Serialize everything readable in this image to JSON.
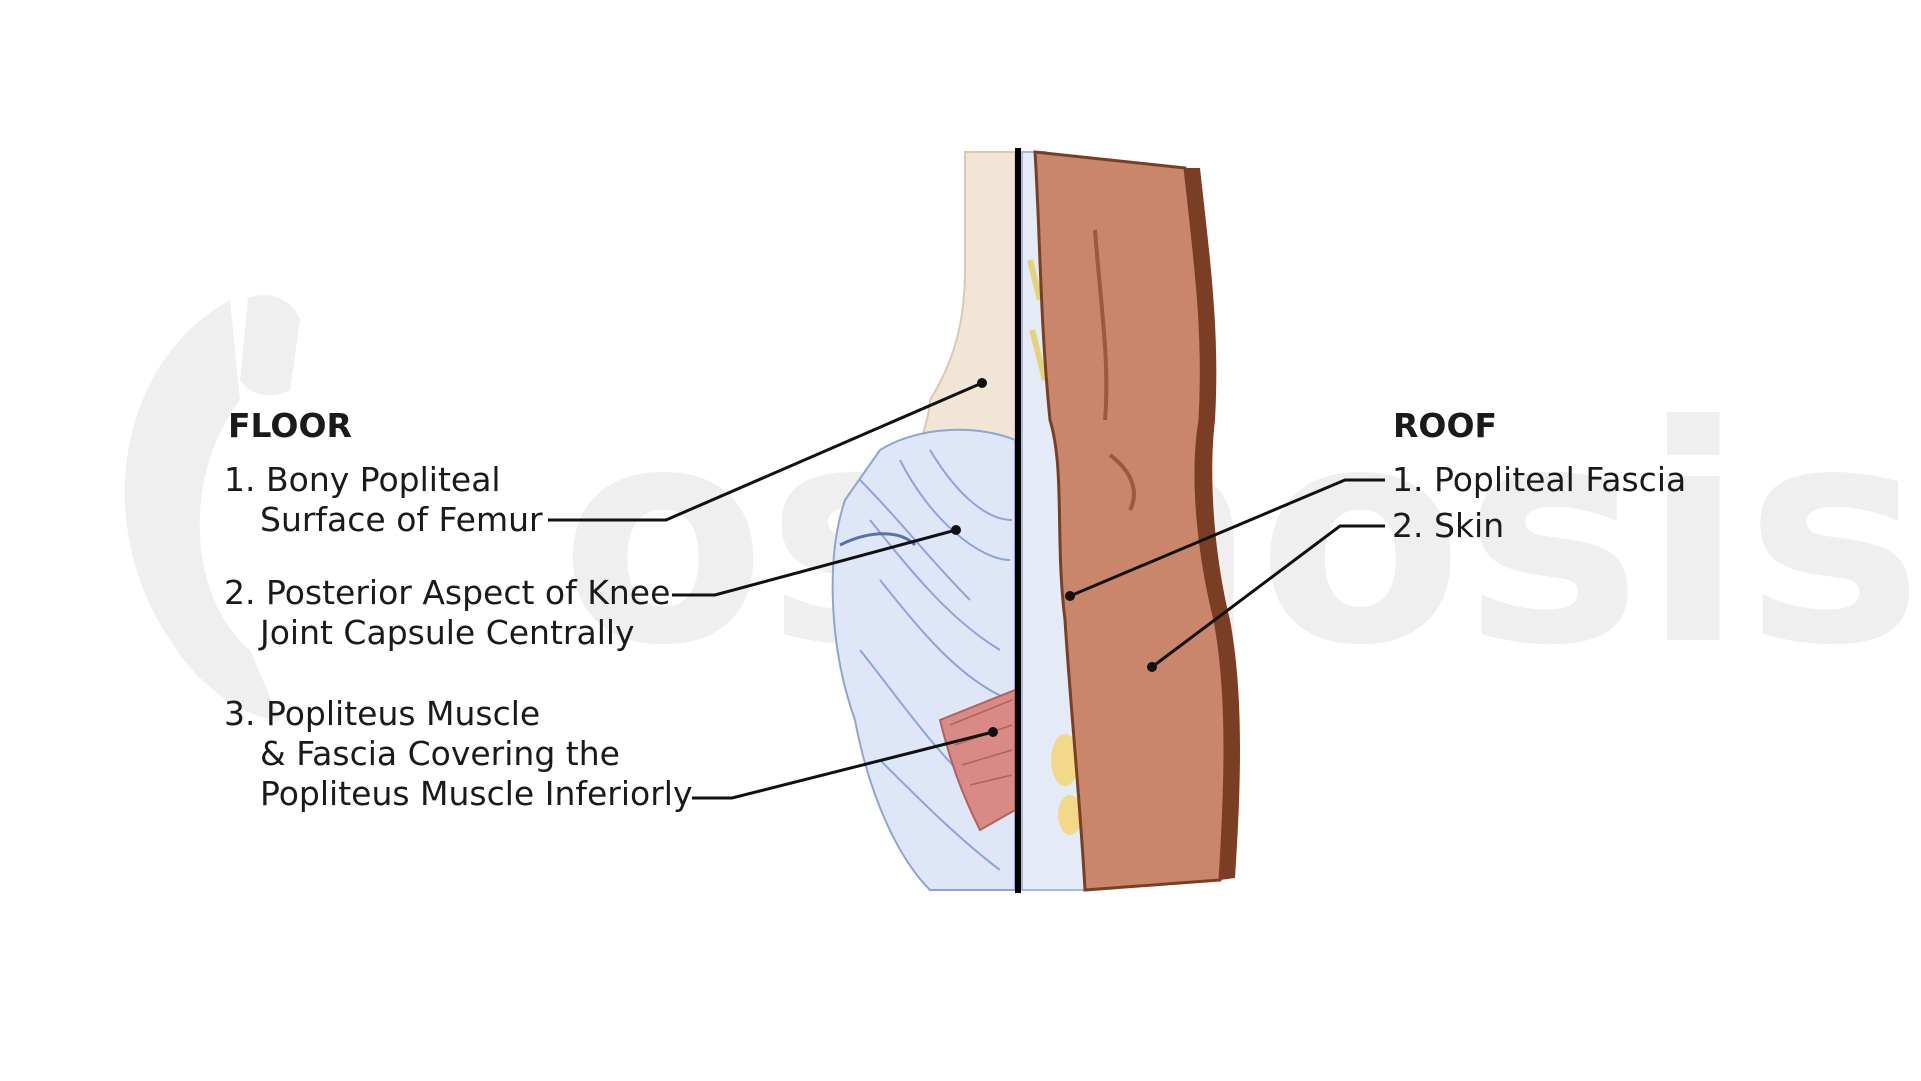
{
  "floor": {
    "heading": "FLOOR",
    "items": [
      {
        "number": "1.",
        "line1": "Bony Popliteal",
        "line2": "Surface of Femur"
      },
      {
        "number": "2.",
        "line1": "Posterior Aspect of Knee",
        "line2": "Joint Capsule Centrally"
      },
      {
        "number": "3.",
        "line1": "Popliteus Muscle",
        "line2": "& Fascia Covering the",
        "line3": "Popliteus Muscle Inferiorly"
      }
    ]
  },
  "roof": {
    "heading": "ROOF",
    "items": [
      {
        "number": "1.",
        "line1": "Popliteal Fascia"
      },
      {
        "number": "2.",
        "line1": "Skin"
      }
    ]
  },
  "watermark": {
    "text": "osmosis.org"
  },
  "colors": {
    "bone": "#f1e6d6",
    "capsule": "#dfe6f7",
    "capsule_lines": "#8fa3d6",
    "muscle": "#d98a86",
    "skin": "#c9866a",
    "skin_dark": "#7a3e25",
    "fat": "#f3d88a",
    "watermark": "#efefef"
  }
}
